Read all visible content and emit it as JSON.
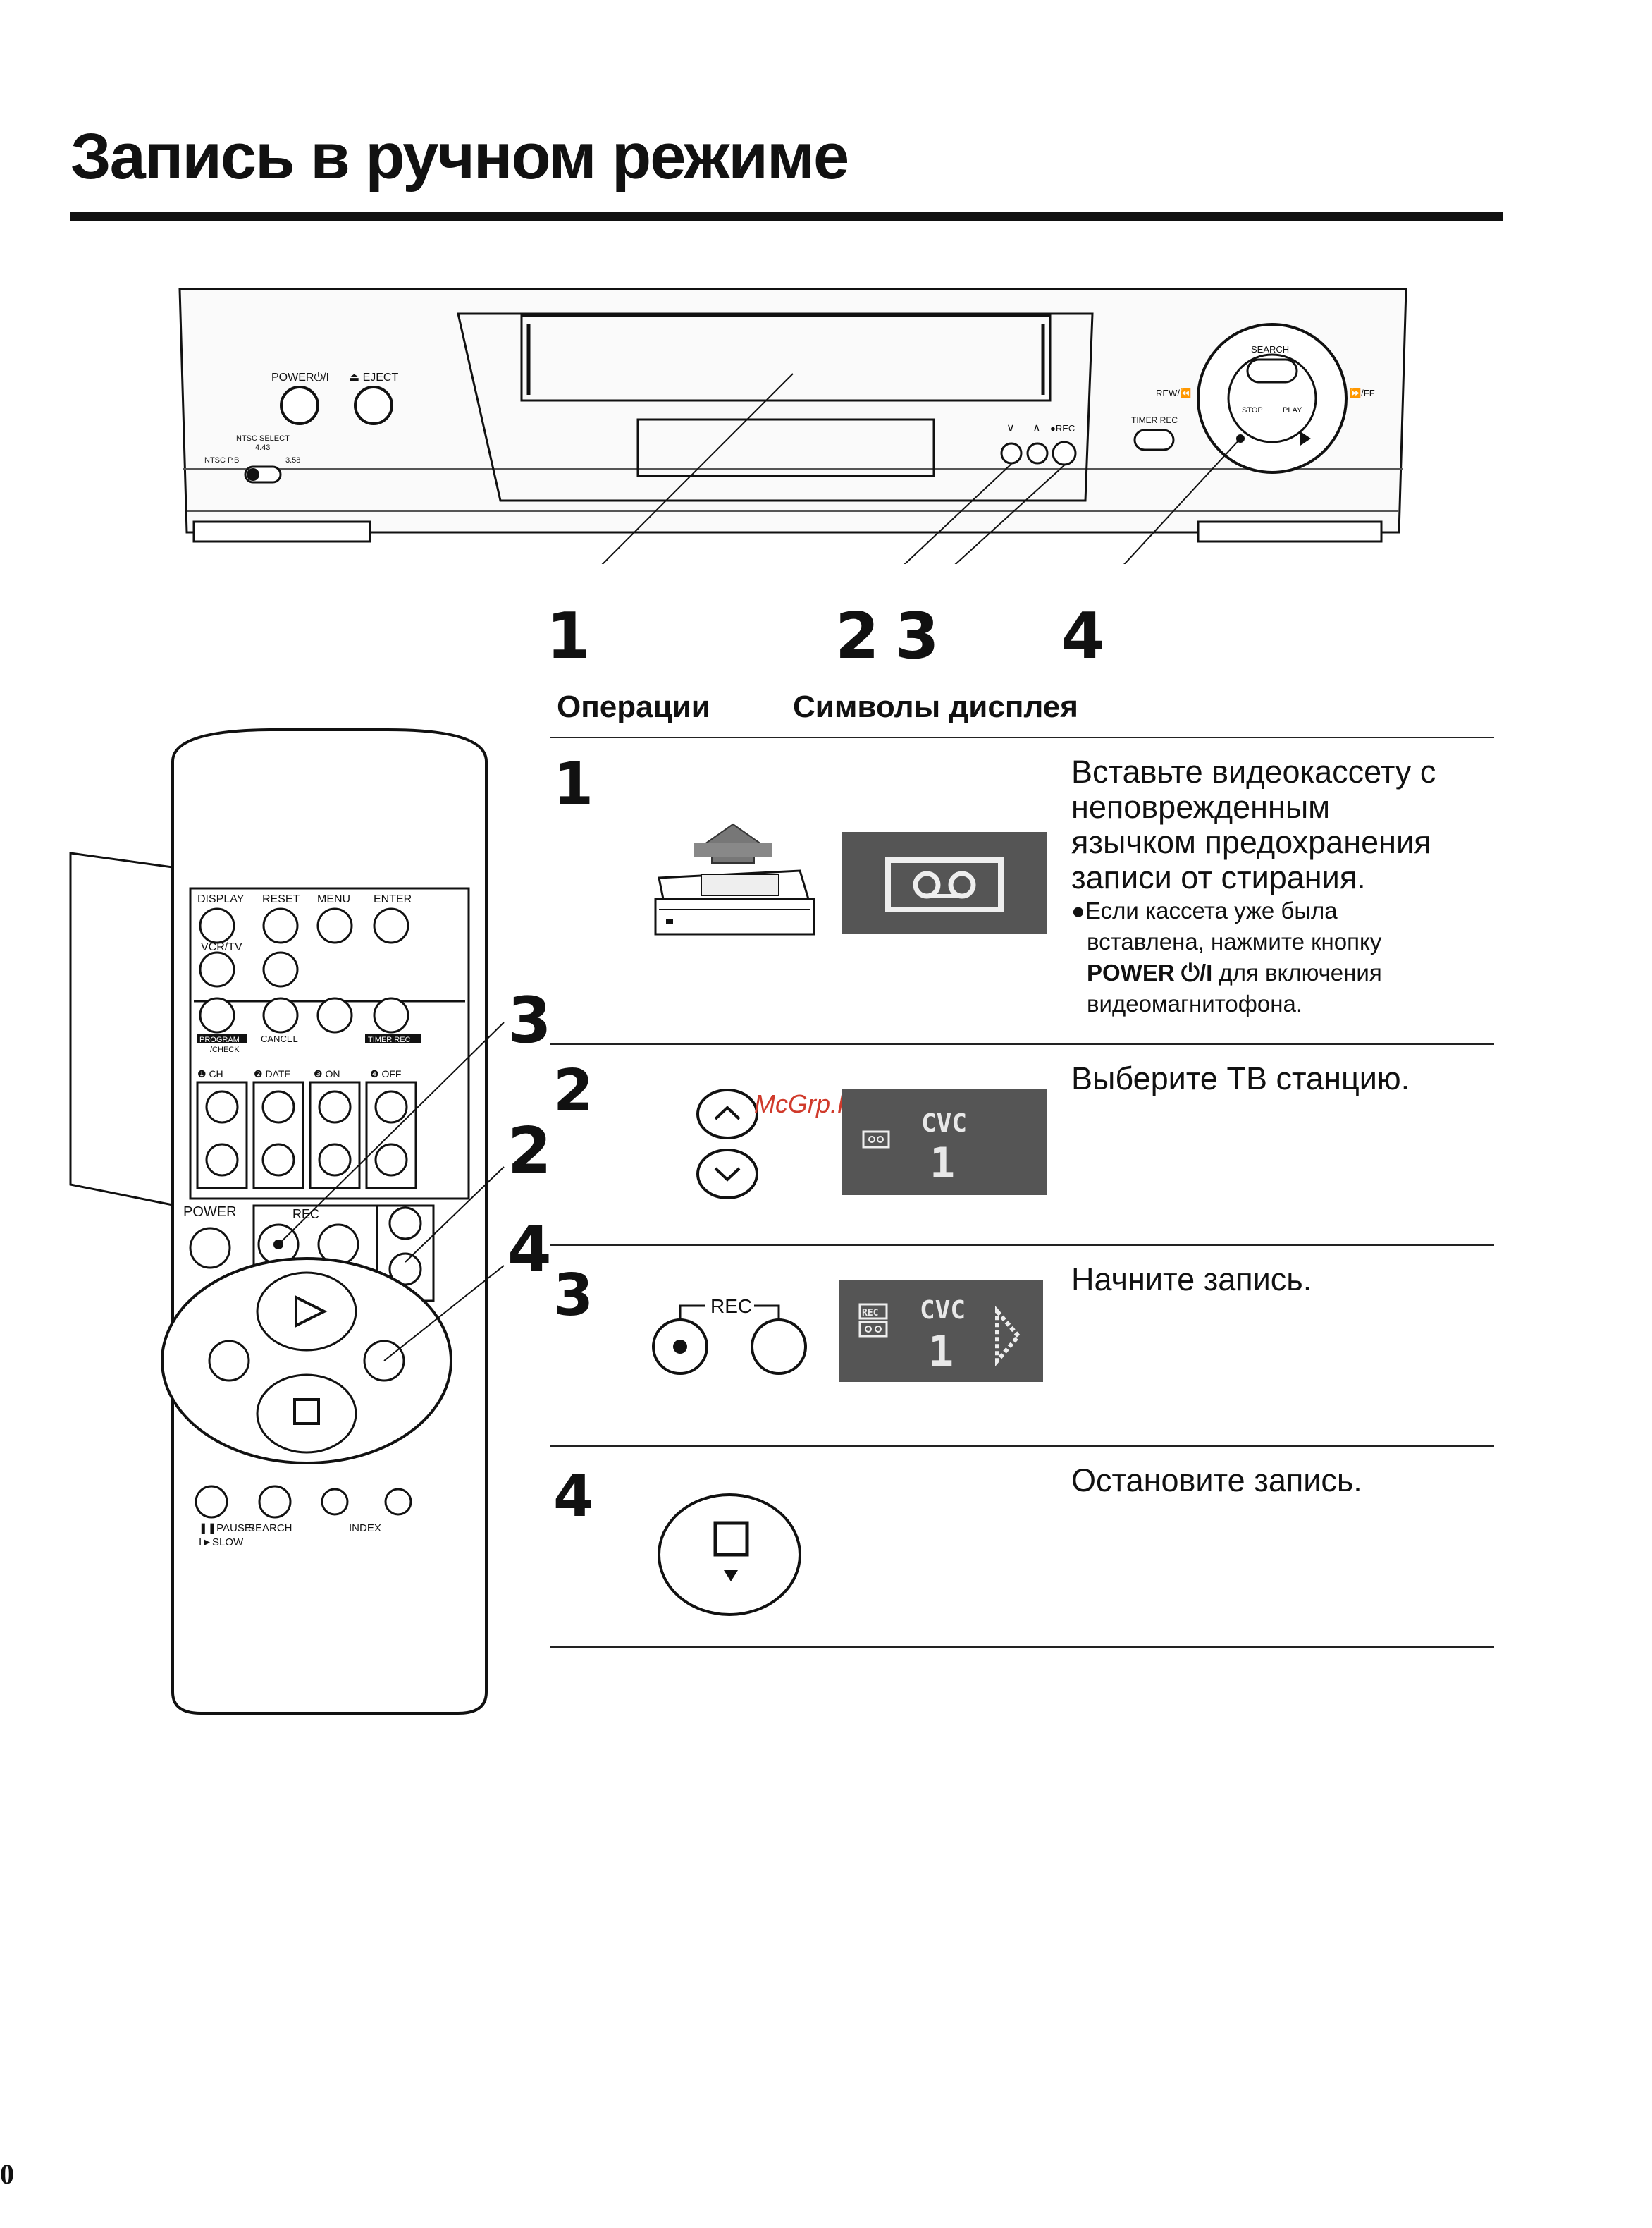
{
  "page": {
    "title": "Запись в ручном режиме",
    "page_number": "0",
    "watermark": "McGrp.Ru"
  },
  "vcr": {
    "power_label": "POWER⏻/I",
    "eject_label": "⏏ EJECT",
    "ntsc_select": "NTSC SELECT",
    "ntsc_443": "4.43",
    "ntsc_pb": "NTSC P.B",
    "ntsc_358": "3.58",
    "ch_down": "∨",
    "ch_up": "∧",
    "rec": "●REC",
    "timer_rec": "TIMER REC",
    "search": "SEARCH",
    "rew": "REW/⏪",
    "ff": "⏩/FF",
    "stop": "STOP",
    "play": "PLAY"
  },
  "callouts": {
    "c1": "1",
    "c2": "2",
    "c3": "3",
    "c4": "4"
  },
  "table": {
    "col_operations": "Операции",
    "col_display": "Символы дисплея",
    "steps": [
      {
        "num": "1",
        "line1": "Вставьте видеокассету с",
        "line2": "неповрежденным",
        "line3": "язычком предохранения",
        "line4": "записи от стирания.",
        "bullet1": "●Если кассета уже была",
        "bullet2": "вставлена, нажмите кнопку",
        "bullet3_bold": "POWER ⏻/I",
        "bullet3_rest": " для включения",
        "bullet4": "видеомагнитофона."
      },
      {
        "num": "2",
        "text": "Выберите ТВ станцию."
      },
      {
        "num": "3",
        "text": "Начните запись."
      },
      {
        "num": "4",
        "text": "Остановите запись."
      }
    ],
    "lcd_cvc": "CVC",
    "lcd_ch": "1",
    "lcd_rec": "REC",
    "rec_label": "REC"
  },
  "remote": {
    "display": "DISPLAY",
    "reset": "RESET",
    "menu": "MENU",
    "enter": "ENTER",
    "vcrtv": "VCR/TV",
    "program": "PROGRAM",
    "check": "/CHECK",
    "cancel": "CANCEL",
    "timer_rec": "TIMER REC",
    "ch": "❶ CH",
    "date": "❷ DATE",
    "on": "❸ ON",
    "off": "❹ OFF",
    "power": "POWER",
    "rec": "REC",
    "pause": "❚❚PAUSE/",
    "slow": "I►SLOW",
    "search": "SEARCH",
    "index": "INDEX"
  },
  "remote_callouts": {
    "r3": "3",
    "r2": "2",
    "r4": "4"
  }
}
